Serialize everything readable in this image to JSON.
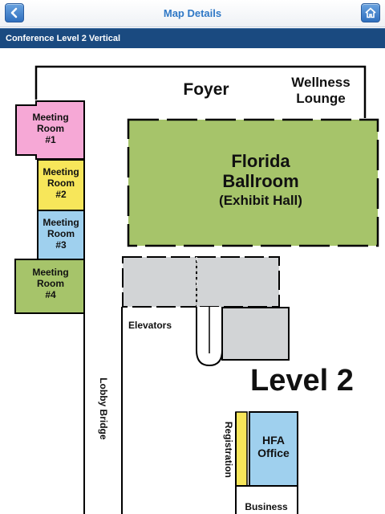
{
  "nav": {
    "title": "Map Details",
    "back_icon": "chevron-left-icon",
    "home_icon": "home-icon"
  },
  "section": {
    "title": "Conference Level 2 Vertical"
  },
  "map": {
    "level_label": "Level 2",
    "areas": {
      "foyer": "Foyer",
      "wellness_line1": "Wellness",
      "wellness_line2": "Lounge",
      "ballroom_line1": "Florida",
      "ballroom_line2": "Ballroom",
      "ballroom_line3": "(Exhibit Hall)",
      "elevators": "Elevators",
      "lobby_bridge": "Lobby Bridge",
      "registration": "Registration",
      "hfa_line1": "HFA",
      "hfa_line2": "Office",
      "business": "Business"
    },
    "meeting_rooms": [
      {
        "line1": "Meeting",
        "line2": "Room",
        "line3": "#1"
      },
      {
        "line1": "Meeting",
        "line2": "Room",
        "line3": "#2"
      },
      {
        "line1": "Meeting",
        "line2": "Room",
        "line3": "#3"
      },
      {
        "line1": "Meeting",
        "line2": "Room",
        "line3": "#4"
      }
    ],
    "colors": {
      "room1": "#f6a8d6",
      "room2": "#f7e65a",
      "room3": "#9fd0ee",
      "room4": "#a6c46a",
      "ballroom": "#a6c46a",
      "elevator_block": "#d2d4d6",
      "hfa_office": "#9fd0ee",
      "registration": "#f7e65a"
    }
  }
}
